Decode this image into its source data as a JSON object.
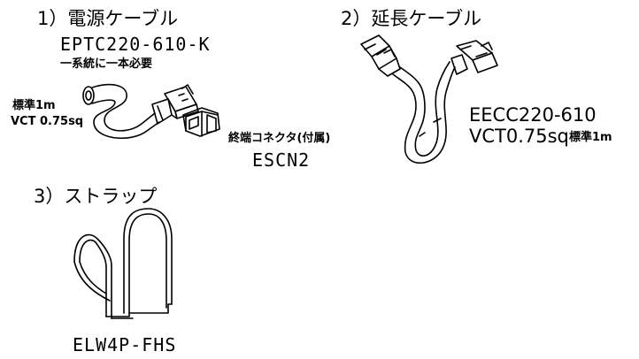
{
  "section1": {
    "heading": "1）電源ケーブル",
    "part_number": "EPTC220-610-K",
    "note": "一系統に一本必要",
    "std_length": "標準1m",
    "wire_spec": "VCT 0.75sq",
    "terminator_label": "終端コネクタ(付属)",
    "terminator_part": "ESCN2"
  },
  "section2": {
    "heading": "2）延長ケーブル",
    "part_number": "EECC220-610",
    "wire_spec": "VCT0.75sq",
    "std_length": "標準1m"
  },
  "section3": {
    "heading": "3）ストラップ",
    "part_number": "ELW4P-FHS"
  }
}
